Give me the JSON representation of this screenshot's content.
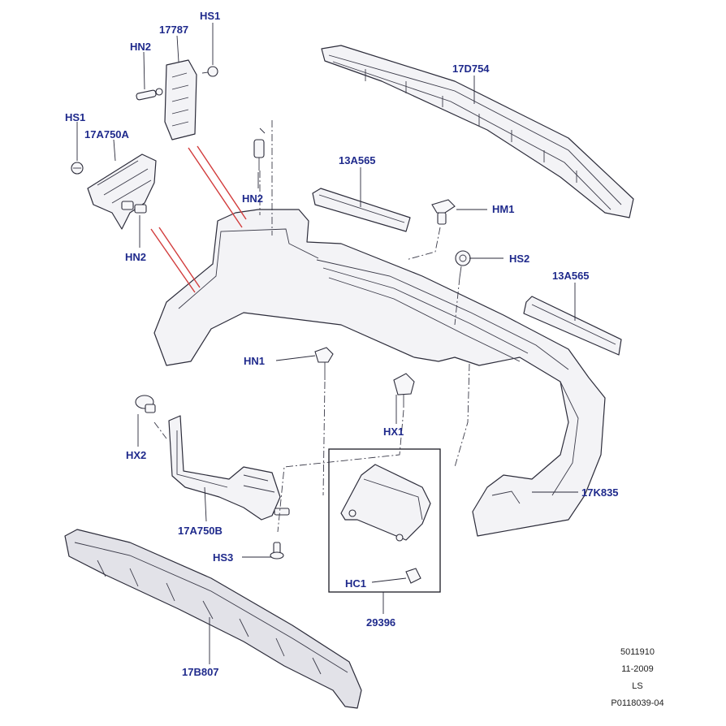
{
  "callouts": {
    "hs1_top": "HS1",
    "p17787": "17787",
    "hn2_top": "HN2",
    "hs1_left": "HS1",
    "p17a750a": "17A750A",
    "hn2_mid": "HN2",
    "hn2_left": "HN2",
    "p17d754": "17D754",
    "p13a565_a": "13A565",
    "hm1": "HM1",
    "hs2": "HS2",
    "p13a565_b": "13A565",
    "hn1": "HN1",
    "hx1": "HX1",
    "hx2": "HX2",
    "p17k835": "17K835",
    "p17a750b": "17A750B",
    "hs3": "HS3",
    "hc1": "HC1",
    "p29396": "29396",
    "p17b807": "17B807"
  },
  "meta": {
    "code": "5011910",
    "date": "11-2009",
    "model": "LS",
    "ref": "P0118039-04"
  },
  "colors": {
    "callout": "#1f2a8c",
    "highlight": "#d23c3c"
  }
}
